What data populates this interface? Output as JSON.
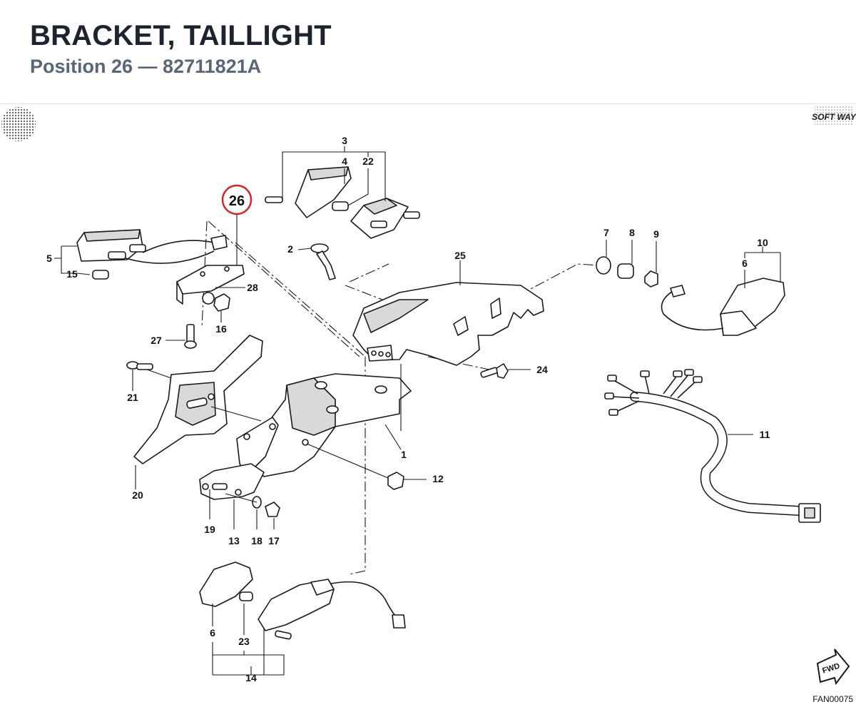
{
  "header": {
    "title": "BRACKET, TAILLIGHT",
    "subtitle": "Position 26 — 82711821A"
  },
  "logo_text": "SOFT WAY",
  "highlight": {
    "label": "26",
    "color": "#d8242c"
  },
  "callouts": [
    "1",
    "2",
    "3",
    "4",
    "5",
    "6",
    "6",
    "7",
    "8",
    "9",
    "10",
    "11",
    "12",
    "13",
    "14",
    "15",
    "16",
    "17",
    "18",
    "19",
    "20",
    "21",
    "22",
    "23",
    "24",
    "25",
    "27",
    "28"
  ],
  "fwd_label": "FWD",
  "diagram_code": "FAN00075"
}
